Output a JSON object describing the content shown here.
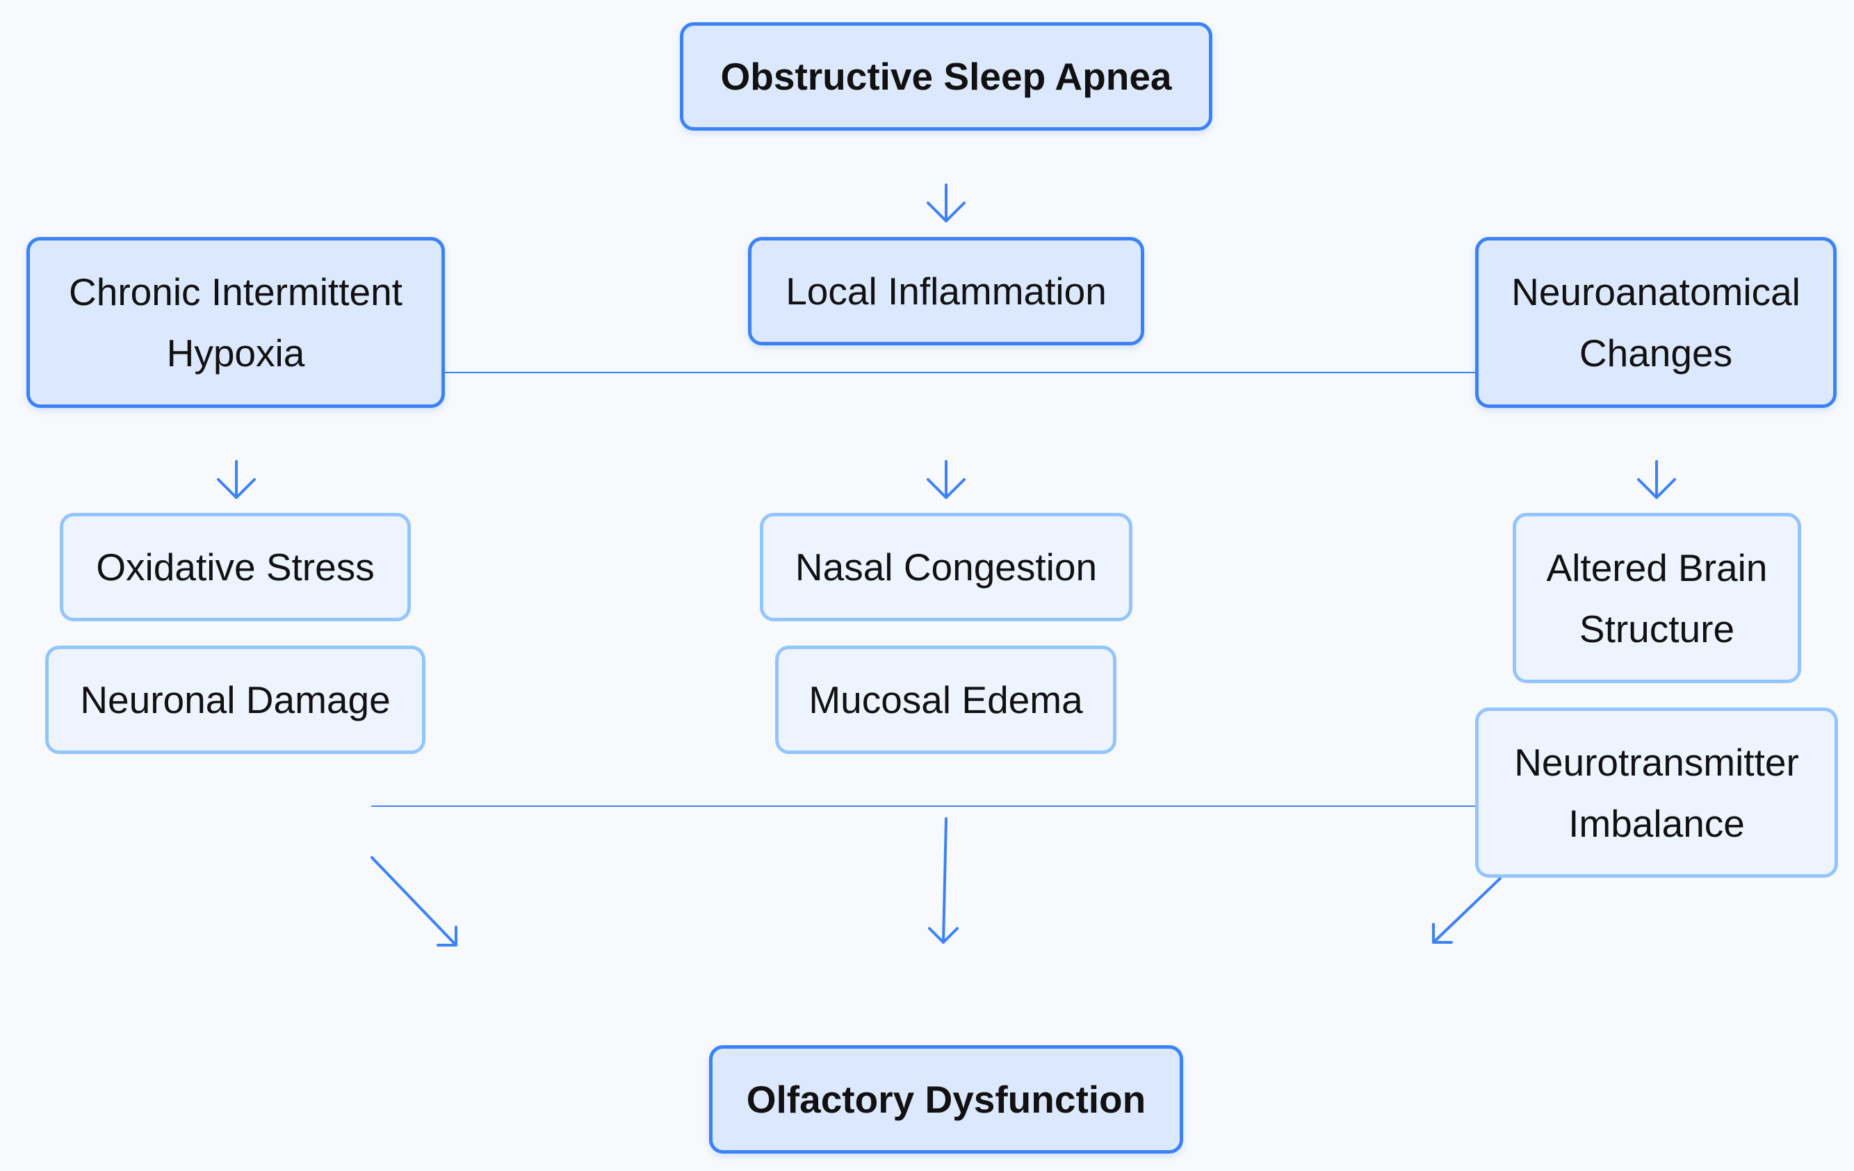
{
  "nodes": {
    "root": "Obstructive Sleep Apnea",
    "hypoxia": "Chronic Intermittent Hypoxia",
    "hypoxia_lines": [
      "Chronic Intermittent",
      "Hypoxia"
    ],
    "inflammation": "Local Inflammation",
    "neuro": "Neuroanatomical Changes",
    "neuro_lines": [
      "Neuroanatomical",
      "Changes"
    ],
    "oxidative": "Oxidative Stress",
    "neuronal": "Neuronal Damage",
    "nasal": "Nasal Congestion",
    "mucosal": "Mucosal Edema",
    "brain": "Altered Brain Structure",
    "brain_lines": [
      "Altered Brain",
      "Structure"
    ],
    "neurotransmitter": "Neurotransmitter Imbalance",
    "neurotransmitter_lines": [
      "Neurotransmitter",
      "Imbalance"
    ],
    "outcome": "Olfactory Dysfunction"
  },
  "edges": [
    {
      "from": "root",
      "to": "inflammation"
    },
    {
      "from": "hypoxia",
      "to": "oxidative"
    },
    {
      "from": "inflammation",
      "to": "nasal"
    },
    {
      "from": "neuro",
      "to": "brain"
    },
    {
      "from": "neuronal",
      "to": "outcome"
    },
    {
      "from": "mucosal",
      "to": "outcome"
    },
    {
      "from": "neurotransmitter",
      "to": "outcome"
    }
  ],
  "colors": {
    "primary_border": "#3b82f6",
    "primary_fill": "#dbe8fd",
    "secondary_border": "#93c5fd",
    "secondary_fill": "#eef4ff",
    "background": "#f7f9fc",
    "connector": "#3b82f6"
  }
}
